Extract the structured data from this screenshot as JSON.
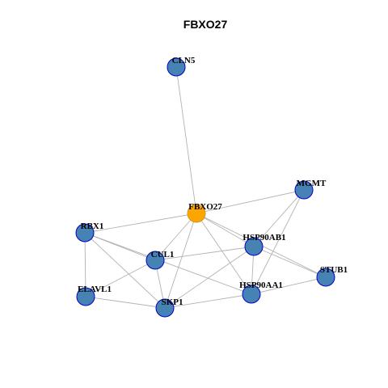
{
  "title": "FBXO27",
  "colors": {
    "center_fill": "#FFA500",
    "center_stroke": "#D2951E",
    "node_fill": "#4682B4",
    "node_stroke": "#0000CD",
    "edge": "#B3B3B3"
  },
  "nodes": [
    {
      "id": "CLN5",
      "label": "CLN5",
      "center": false
    },
    {
      "id": "MGMT",
      "label": "MGMT",
      "center": false
    },
    {
      "id": "FBXO27",
      "label": "FBXO27",
      "center": true
    },
    {
      "id": "RBX1",
      "label": "RBX1",
      "center": false
    },
    {
      "id": "HSP90AB1",
      "label": "HSP90AB1",
      "center": false
    },
    {
      "id": "CUL1",
      "label": "CUL1",
      "center": false
    },
    {
      "id": "STUB1",
      "label": "STUB1",
      "center": false
    },
    {
      "id": "ELAVL1",
      "label": "ELAVL1",
      "center": false
    },
    {
      "id": "HSP90AA1",
      "label": "HSP90AA1",
      "center": false
    },
    {
      "id": "SKP1",
      "label": "SKP1",
      "center": false
    }
  ],
  "edges": [
    [
      "CLN5",
      "FBXO27"
    ],
    [
      "FBXO27",
      "MGMT"
    ],
    [
      "FBXO27",
      "RBX1"
    ],
    [
      "FBXO27",
      "HSP90AB1"
    ],
    [
      "FBXO27",
      "CUL1"
    ],
    [
      "FBXO27",
      "SKP1"
    ],
    [
      "FBXO27",
      "HSP90AA1"
    ],
    [
      "FBXO27",
      "STUB1"
    ],
    [
      "RBX1",
      "CUL1"
    ],
    [
      "RBX1",
      "SKP1"
    ],
    [
      "RBX1",
      "ELAVL1"
    ],
    [
      "RBX1",
      "HSP90AA1"
    ],
    [
      "CUL1",
      "HSP90AB1"
    ],
    [
      "CUL1",
      "SKP1"
    ],
    [
      "CUL1",
      "ELAVL1"
    ],
    [
      "MGMT",
      "HSP90AB1"
    ],
    [
      "MGMT",
      "HSP90AA1"
    ],
    [
      "HSP90AB1",
      "STUB1"
    ],
    [
      "HSP90AB1",
      "HSP90AA1"
    ],
    [
      "HSP90AB1",
      "SKP1"
    ],
    [
      "STUB1",
      "HSP90AA1"
    ],
    [
      "HSP90AA1",
      "SKP1"
    ],
    [
      "ELAVL1",
      "SKP1"
    ]
  ]
}
